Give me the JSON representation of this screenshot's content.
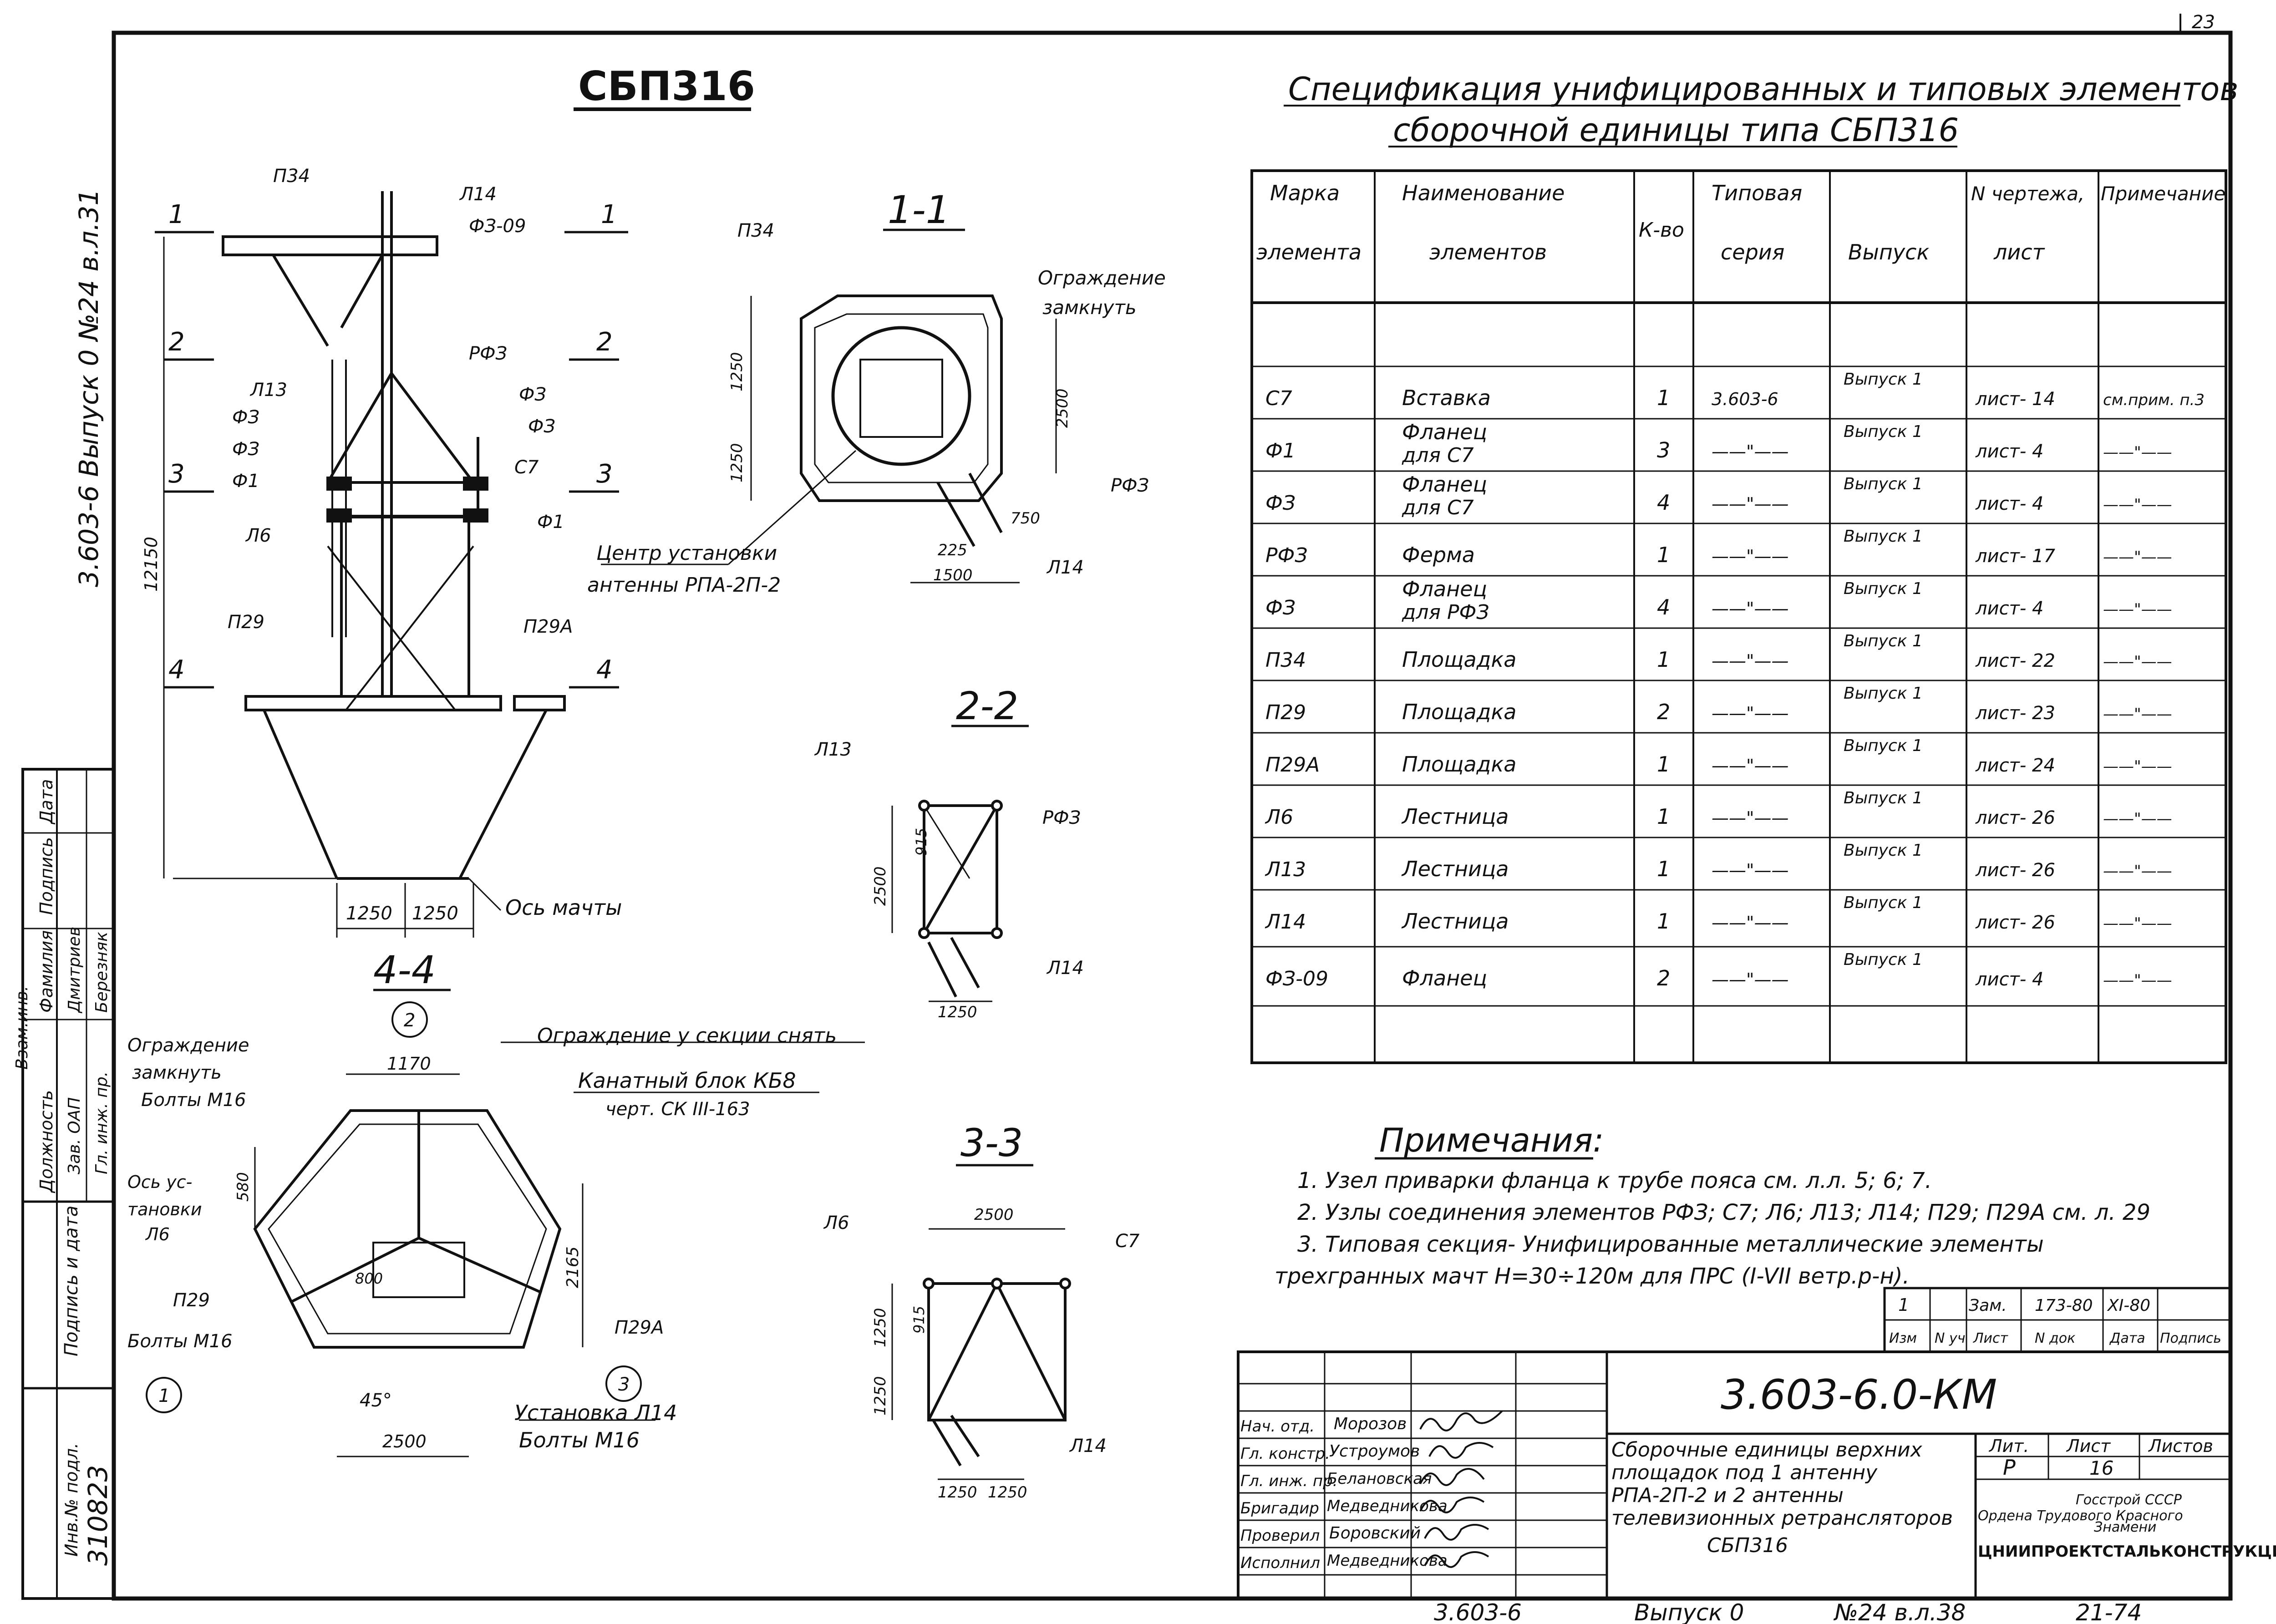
{
  "sheet": {
    "page_number": "23",
    "top_stamp": "3.603-6 Выпуск 0 №24 в.л.31",
    "bottom_stamp_series": "3.603-6",
    "bottom_stamp_issue": "Выпуск 0",
    "bottom_stamp_ref": "№24 в.л.38",
    "bottom_stamp_date": "21-74",
    "inv_label": "Инв.№ подл.",
    "inv_value": "310823",
    "sign_date_label": "Подпись и дата",
    "vzam_label": "Взам.инв."
  },
  "approval": {
    "headers": [
      "Должность",
      "Фамилия",
      "Подпись",
      "Дата"
    ],
    "rows": [
      {
        "post": "Зав. ОАП",
        "name": "Дмитриев"
      },
      {
        "post": "Гл. инж. пр.",
        "name": "Березняк"
      }
    ]
  },
  "drawing": {
    "title": "СБП316",
    "elevation": {
      "labels": [
        "П34",
        "Л14",
        "ФЗ-09",
        "РФЗ",
        "Л13",
        "ФЗ",
        "ФЗ",
        "ФЗ",
        "ФЗ",
        "Ф1",
        "С7",
        "Ф1",
        "Л6",
        "П29",
        "П29А"
      ],
      "height": "12150",
      "spans": [
        "1250",
        "1250"
      ],
      "axis": "Ось мачты",
      "center_note": [
        "Центр установки",
        "антенны РПА-2П-2"
      ],
      "cut_marks": [
        "1",
        "1",
        "2",
        "2",
        "3",
        "3",
        "4",
        "4"
      ]
    },
    "sec11": {
      "title": "1-1",
      "labels": [
        "П34",
        "Ограждение",
        "замкнуть",
        "РФЗ",
        "Л14"
      ],
      "dims": [
        "1250",
        "1250",
        "2500",
        "750",
        "225",
        "1500"
      ]
    },
    "sec22": {
      "title": "2-2",
      "labels": [
        "Л13",
        "РФЗ",
        "Л14"
      ],
      "dims": [
        "915",
        "2500",
        "1250"
      ]
    },
    "sec33": {
      "title": "3-3",
      "labels": [
        "Л6",
        "С7",
        "Л14"
      ],
      "dims": [
        "2500",
        "915",
        "1250",
        "1250",
        "1250",
        "1250"
      ]
    },
    "sec44": {
      "title": "4-4",
      "labels": [
        "Ограждение",
        "замкнуть",
        "Болты М16",
        "Ось ус-",
        "тановки",
        "Л6",
        "П29",
        "Болты М16",
        "Ограждение у секции снять",
        "Канатный блок КБ8",
        "черт. СК III-163",
        "П29А",
        "Установка Л14",
        "Болты М16"
      ],
      "dims": [
        "1170",
        "580",
        "2165",
        "800",
        "45°",
        "2500"
      ],
      "circles": [
        "2",
        "1",
        "3"
      ]
    }
  },
  "spec": {
    "title_line1": "Спецификация унифицированных и типовых элементов",
    "title_line2": "сборочной единицы типа СБП316",
    "headers": [
      [
        "Марка",
        "элемента"
      ],
      [
        "Наименование",
        "элементов"
      ],
      [
        "К-во"
      ],
      [
        "Типовая",
        "серия"
      ],
      [
        "Выпуск"
      ],
      [
        "N чертежа,",
        "лист"
      ],
      [
        "Примечание"
      ]
    ],
    "rows": [
      {
        "mark": "С7",
        "name": "Вставка",
        "name2": "",
        "qty": "1",
        "series": "3.603-6",
        "issue": "Выпуск 1",
        "sheet": "лист- 14",
        "note": "см.прим. п.3"
      },
      {
        "mark": "Ф1",
        "name": "Фланец",
        "name2": "для С7",
        "qty": "3",
        "series": "——\"——",
        "issue": "Выпуск 1",
        "sheet": "лист- 4",
        "note": "——\"——"
      },
      {
        "mark": "ФЗ",
        "name": "Фланец",
        "name2": "для С7",
        "qty": "4",
        "series": "——\"——",
        "issue": "Выпуск 1",
        "sheet": "лист- 4",
        "note": "——\"——"
      },
      {
        "mark": "РФЗ",
        "name": "Ферма",
        "name2": "",
        "qty": "1",
        "series": "——\"——",
        "issue": "Выпуск 1",
        "sheet": "лист- 17",
        "note": "——\"——"
      },
      {
        "mark": "ФЗ",
        "name": "Фланец",
        "name2": "для РФЗ",
        "qty": "4",
        "series": "——\"——",
        "issue": "Выпуск 1",
        "sheet": "лист- 4",
        "note": "——\"——"
      },
      {
        "mark": "П34",
        "name": "Площадка",
        "name2": "",
        "qty": "1",
        "series": "——\"——",
        "issue": "Выпуск 1",
        "sheet": "лист- 22",
        "note": "——\"——"
      },
      {
        "mark": "П29",
        "name": "Площадка",
        "name2": "",
        "qty": "2",
        "series": "——\"——",
        "issue": "Выпуск 1",
        "sheet": "лист- 23",
        "note": "——\"——"
      },
      {
        "mark": "П29А",
        "name": "Площадка",
        "name2": "",
        "qty": "1",
        "series": "——\"——",
        "issue": "Выпуск 1",
        "sheet": "лист- 24",
        "note": "——\"——"
      },
      {
        "mark": "Л6",
        "name": "Лестница",
        "name2": "",
        "qty": "1",
        "series": "——\"——",
        "issue": "Выпуск 1",
        "sheet": "лист- 26",
        "note": "——\"——"
      },
      {
        "mark": "Л13",
        "name": "Лестница",
        "name2": "",
        "qty": "1",
        "series": "——\"——",
        "issue": "Выпуск 1",
        "sheet": "лист- 26",
        "note": "——\"——"
      },
      {
        "mark": "Л14",
        "name": "Лестница",
        "name2": "",
        "qty": "1",
        "series": "——\"——",
        "issue": "Выпуск 1",
        "sheet": "лист- 26",
        "note": "——\"——"
      },
      {
        "mark": "ФЗ-09",
        "name": "Фланец",
        "name2": "",
        "qty": "2",
        "series": "——\"——",
        "issue": "Выпуск 1",
        "sheet": "лист- 4",
        "note": "——\"——"
      }
    ]
  },
  "notes": {
    "title": "Примечания:",
    "lines": [
      "1. Узел приварки фланца к трубе пояса см. л.л. 5; 6; 7.",
      "2. Узлы соединения элементов РФЗ; С7; Л6; Л13; Л14; П29; П29А см. л. 29",
      "3. Типовая секция- Унифицированные металлические элементы",
      "трехгранных мачт Н=30÷120м для ПРС (I-VII ветр.р-н)."
    ]
  },
  "revision": {
    "values": [
      "1",
      "Зам.",
      "173-80",
      "XI-80"
    ],
    "headers": [
      "Изм",
      "N уч",
      "Лист",
      "N док",
      "Дата",
      "Подпись"
    ]
  },
  "title_block": {
    "code": "3.603-6.0-КМ",
    "roles": [
      "Нач. отд.",
      "Гл. констр.",
      "Гл. инж. пр.",
      "Бригадир",
      "Проверил",
      "Исполнил"
    ],
    "names": [
      "Морозов",
      "Устроумов",
      "Белановская",
      "Медведникова",
      "Боровский",
      "Медведникова"
    ],
    "description": [
      "Сборочные единицы верхних",
      "площадок под 1 антенну",
      "РПА-2П-2 и 2 антенны",
      "телевизионных ретрансляторов",
      "СБП316"
    ],
    "lit_label": "Лит.",
    "sheet_label": "Лист",
    "sheets_label": "Листов",
    "lit_value": "Р",
    "sheet_value": "16",
    "org": [
      "Госстрой СССР",
      "Ордена Трудового Красного",
      "Знамени",
      "ЦНИИПРОЕКТСТАЛЬКОНСТРУКЦИЯ"
    ]
  }
}
